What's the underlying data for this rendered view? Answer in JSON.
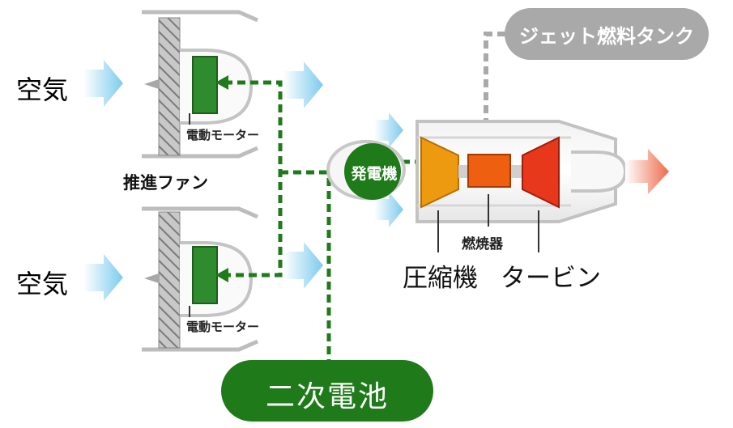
{
  "labels": {
    "air_top": "空気",
    "air_bottom": "空気",
    "motor_top": "電動モーター",
    "motor_bottom": "電動モーター",
    "fan": "推進ファン",
    "generator": "発電機",
    "fuel_tank": "ジェット燃料タンク",
    "combustor": "燃焼器",
    "compressor": "圧縮機",
    "turbine": "タービン",
    "battery": "二次電池"
  },
  "colors": {
    "green_dark": "#1f7a1a",
    "green_motor": "#2e8b2e",
    "gray": "#a9a9a9",
    "compressor": "#ee9a10",
    "combustor": "#ee6010",
    "turbine": "#e8381c",
    "air_arrow": "#9fd8f2",
    "exhaust_arrow": "#f08060"
  }
}
